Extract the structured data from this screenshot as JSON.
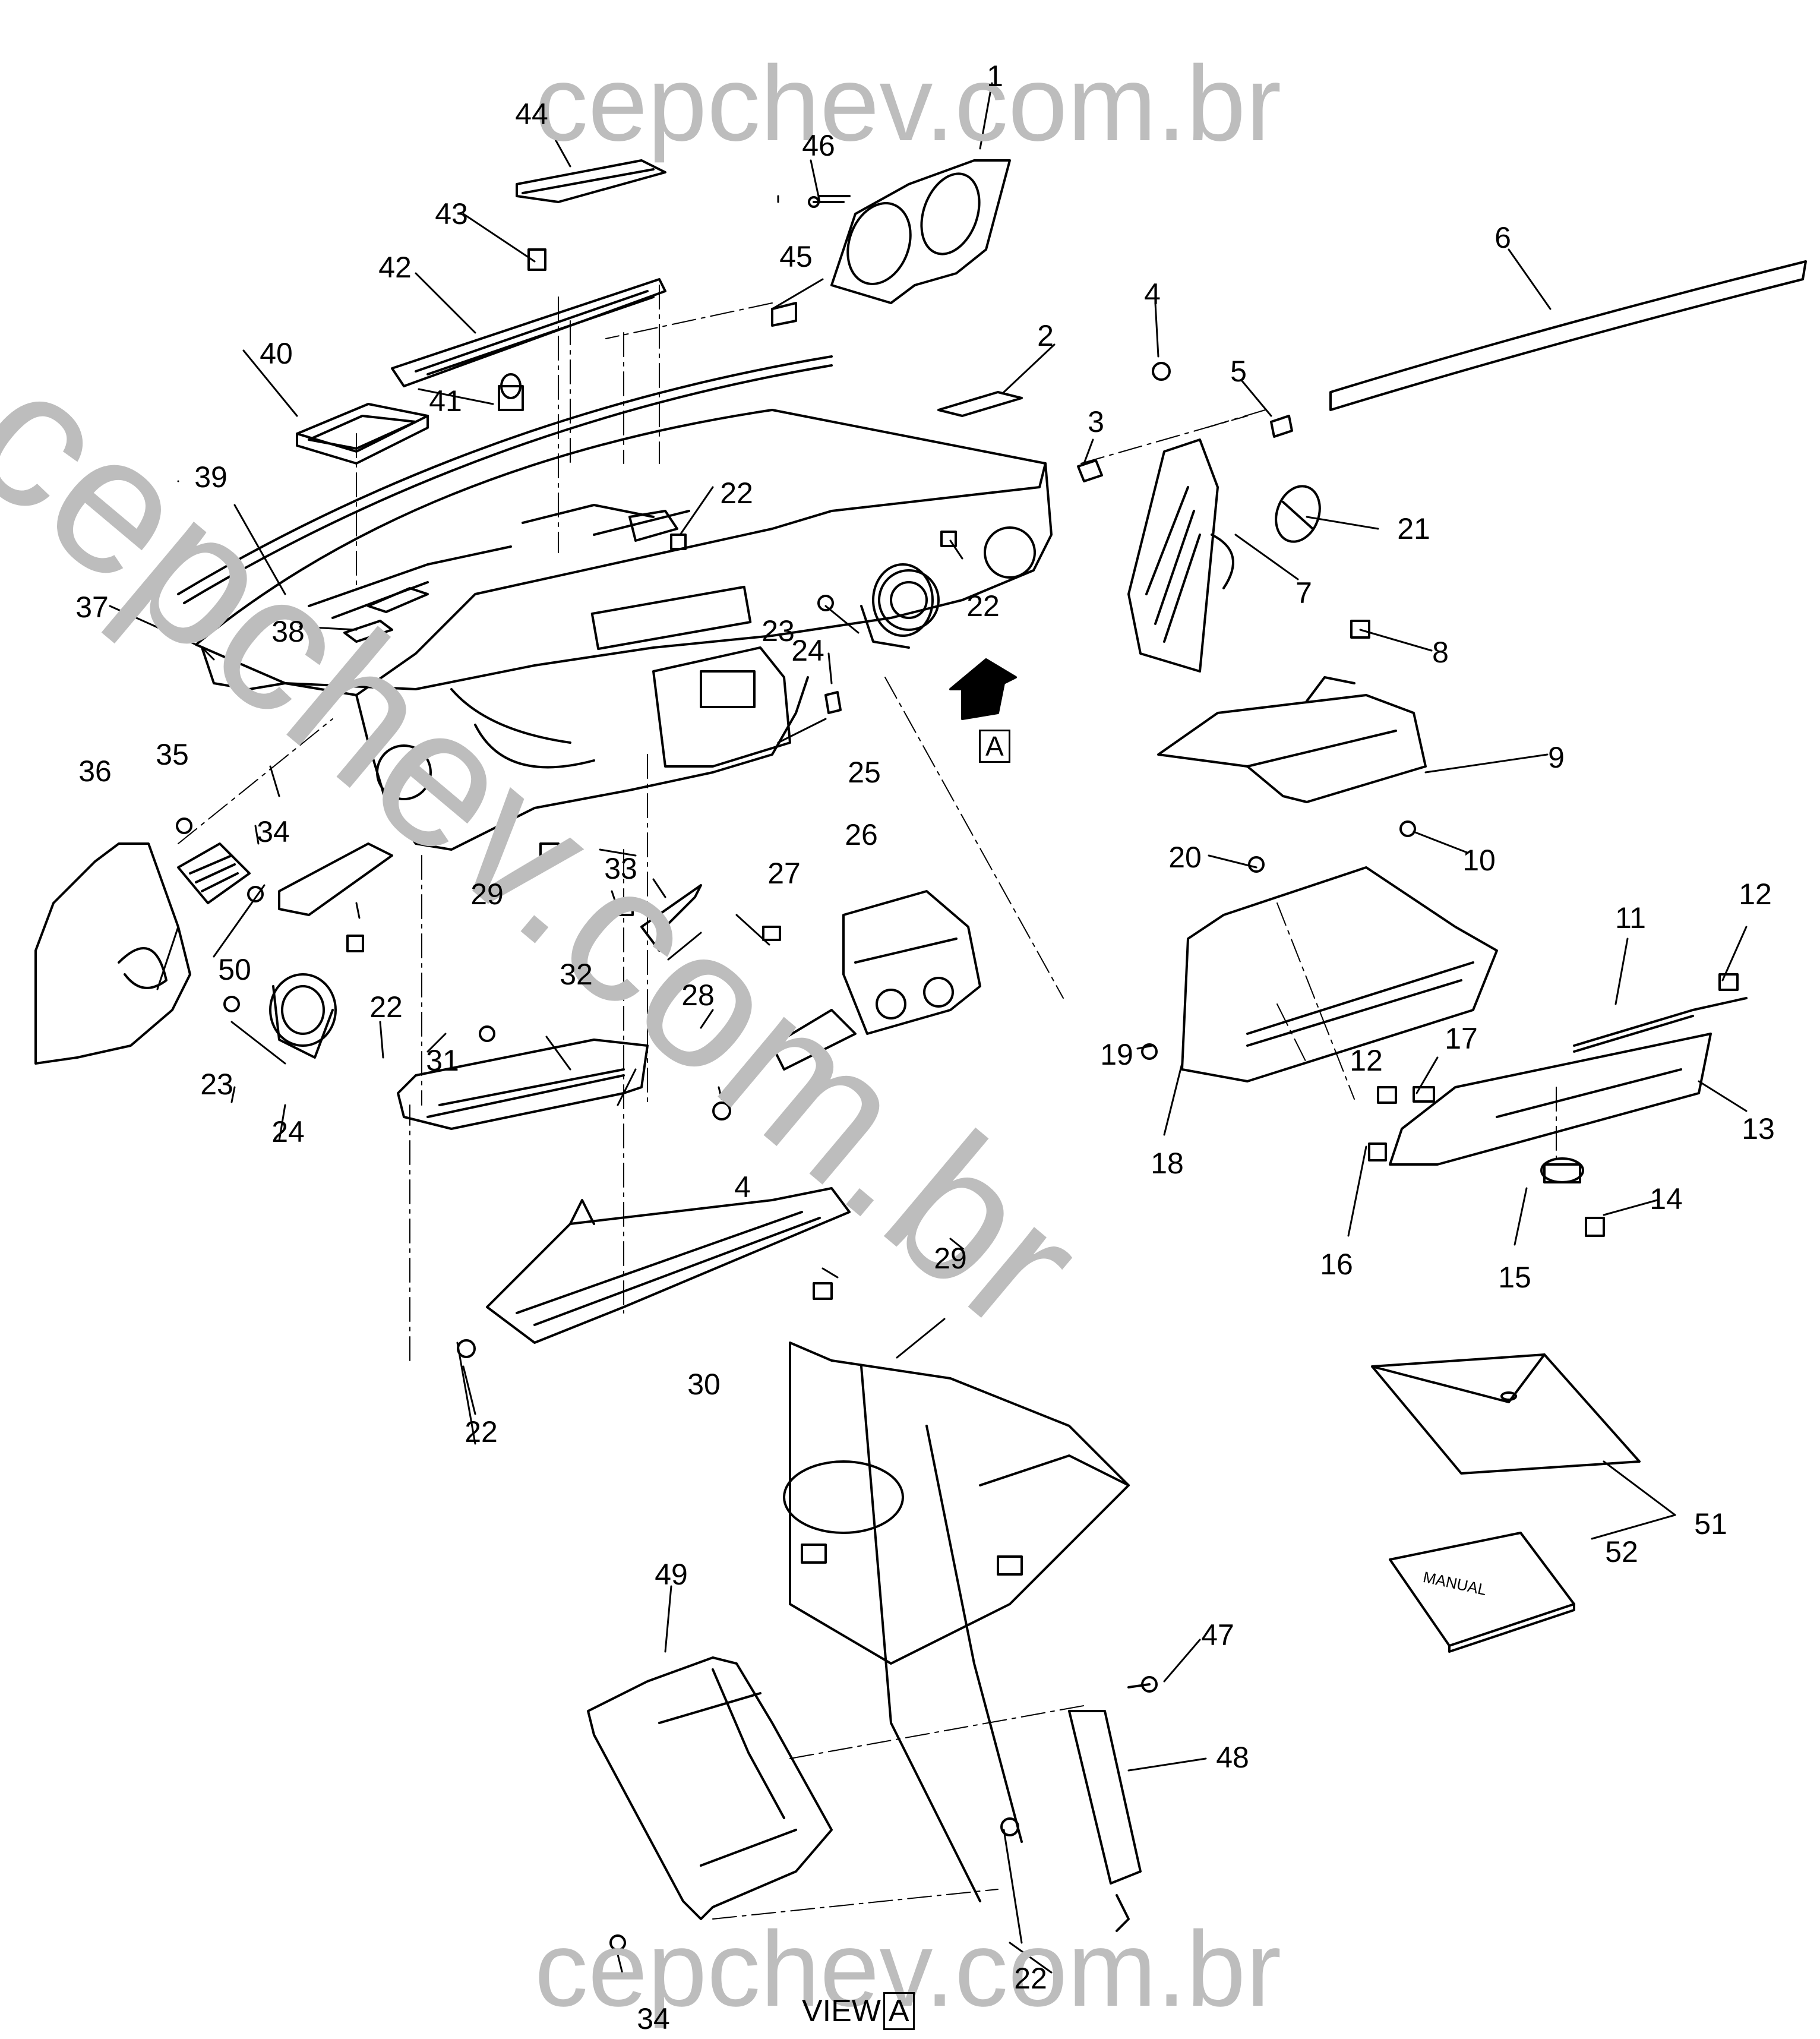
{
  "watermark": "cepchev.com.br",
  "view_label": "VIEW",
  "view_id": "A",
  "manual_label": "MANUAL",
  "callouts": [
    {
      "id": "c1",
      "label": "1"
    },
    {
      "id": "c2",
      "label": "2"
    },
    {
      "id": "c3",
      "label": "3"
    },
    {
      "id": "c4a",
      "label": "4"
    },
    {
      "id": "c4b",
      "label": "4"
    },
    {
      "id": "c5",
      "label": "5"
    },
    {
      "id": "c6",
      "label": "6"
    },
    {
      "id": "c7",
      "label": "7"
    },
    {
      "id": "c8",
      "label": "8"
    },
    {
      "id": "c9",
      "label": "9"
    },
    {
      "id": "c10",
      "label": "10"
    },
    {
      "id": "c11",
      "label": "11"
    },
    {
      "id": "c12a",
      "label": "12"
    },
    {
      "id": "c12b",
      "label": "12"
    },
    {
      "id": "c13",
      "label": "13"
    },
    {
      "id": "c14",
      "label": "14"
    },
    {
      "id": "c15",
      "label": "15"
    },
    {
      "id": "c16",
      "label": "16"
    },
    {
      "id": "c17",
      "label": "17"
    },
    {
      "id": "c18",
      "label": "18"
    },
    {
      "id": "c19",
      "label": "19"
    },
    {
      "id": "c20",
      "label": "20"
    },
    {
      "id": "c21",
      "label": "21"
    },
    {
      "id": "c22a",
      "label": "22"
    },
    {
      "id": "c22b",
      "label": "22"
    },
    {
      "id": "c22c",
      "label": "22"
    },
    {
      "id": "c22d",
      "label": "22"
    },
    {
      "id": "c22e",
      "label": "22"
    },
    {
      "id": "c23a",
      "label": "23"
    },
    {
      "id": "c23b",
      "label": "23"
    },
    {
      "id": "c24a",
      "label": "24"
    },
    {
      "id": "c24b",
      "label": "24"
    },
    {
      "id": "c25",
      "label": "25"
    },
    {
      "id": "c26",
      "label": "26"
    },
    {
      "id": "c27",
      "label": "27"
    },
    {
      "id": "c28",
      "label": "28"
    },
    {
      "id": "c29a",
      "label": "29"
    },
    {
      "id": "c29b",
      "label": "29"
    },
    {
      "id": "c30",
      "label": "30"
    },
    {
      "id": "c31",
      "label": "31"
    },
    {
      "id": "c32",
      "label": "32"
    },
    {
      "id": "c33",
      "label": "33"
    },
    {
      "id": "c34a",
      "label": "34"
    },
    {
      "id": "c34b",
      "label": "34"
    },
    {
      "id": "c35",
      "label": "35"
    },
    {
      "id": "c36",
      "label": "36"
    },
    {
      "id": "c37",
      "label": "37"
    },
    {
      "id": "c38",
      "label": "38"
    },
    {
      "id": "c39",
      "label": "39"
    },
    {
      "id": "c40",
      "label": "40"
    },
    {
      "id": "c41",
      "label": "41"
    },
    {
      "id": "c42",
      "label": "42"
    },
    {
      "id": "c43",
      "label": "43"
    },
    {
      "id": "c44",
      "label": "44"
    },
    {
      "id": "c45",
      "label": "45"
    },
    {
      "id": "c46",
      "label": "46"
    },
    {
      "id": "c47",
      "label": "47"
    },
    {
      "id": "c48",
      "label": "48"
    },
    {
      "id": "c49",
      "label": "49"
    },
    {
      "id": "c50",
      "label": "50"
    },
    {
      "id": "c51",
      "label": "51"
    },
    {
      "id": "c52",
      "label": "52"
    }
  ]
}
